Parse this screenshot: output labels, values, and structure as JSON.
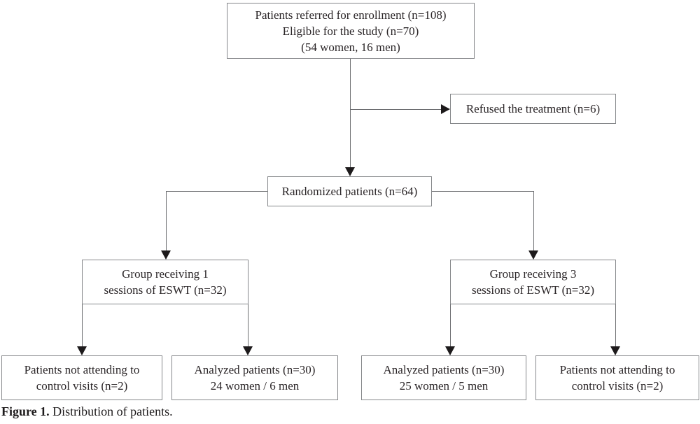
{
  "figure": {
    "caption_label": "Figure 1.",
    "caption_text": " Distribution of patients."
  },
  "boxes": {
    "top": {
      "line1": "Patients referred for enrollment (n=108)",
      "line2": "Eligible for the study (n=70)",
      "line3": "(54 women, 16 men)"
    },
    "refused": {
      "line1": "Refused the treatment (n=6)"
    },
    "randomized": {
      "line1": "Randomized patients (n=64)"
    },
    "group_one_session": {
      "line1": "Group receiving 1",
      "line2": "sessions of ESWT (n=32)"
    },
    "group_three_sessions": {
      "line1": "Group receiving 3",
      "line2": "sessions of ESWT (n=32)"
    },
    "not_attending_left": {
      "line1": "Patients not attending to",
      "line2": "control visits (n=2)"
    },
    "analyzed_left": {
      "line1": "Analyzed patients (n=30)",
      "line2": "24 women / 6 men"
    },
    "analyzed_right": {
      "line1": "Analyzed patients (n=30)",
      "line2": "25 women / 5 men"
    },
    "not_attending_right": {
      "line1": "Patients not attending to",
      "line2": "control visits (n=2)"
    }
  },
  "colors": {
    "background": "#ffffff",
    "box_border": "#85878a",
    "connector_line": "#6d6e71",
    "arrowhead": "#1d1a1b",
    "text": "#2b2628"
  }
}
